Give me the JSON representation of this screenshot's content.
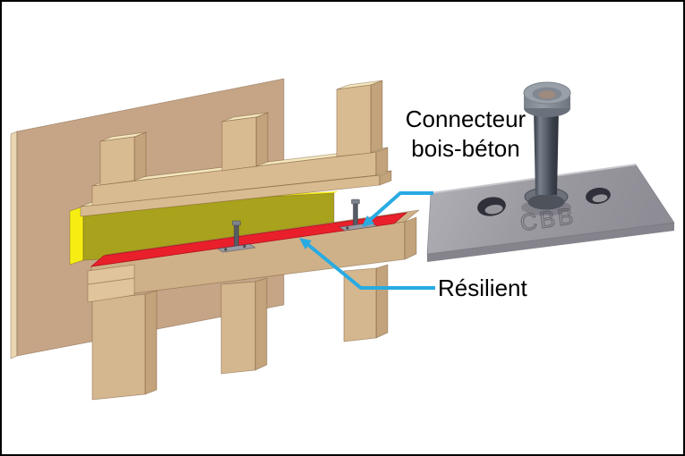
{
  "figure": {
    "title_hidden": "",
    "labels": {
      "connector_line1": "Connecteur",
      "connector_line2": "bois-béton",
      "resilient": "Résilient",
      "plate_engraving": "CBB"
    },
    "icons": {
      "leader_arrow": "cyan-arrowhead"
    },
    "colors": {
      "background": "#ffffff",
      "border": "#000000",
      "label_text": "#000000",
      "wall_panel": "#c6a587",
      "wall_panel_edge": "#ead7b1",
      "wood_front": "#d9bb92",
      "wood_front_dark": "#cfb189",
      "wood_top": "#f4e6bd",
      "wood_side": "#c2a37b",
      "wood_end_light": "#dfc49c",
      "joist_front": "#d4b78f",
      "joist_side": "#c2a37b",
      "resilient_red": "#e9202b",
      "acoustic_olive": "#a8a21c",
      "acoustic_yellow": "#f6ee12",
      "leader_cyan": "#29abe2",
      "metal_plate": "#9a99a1",
      "metal_plate_light": "#b3b2b8",
      "metal_plate_side": "#85848c",
      "metal_hole": "#30303a",
      "metal_hole_glint": "#96959c",
      "stud_head": "#9aa0a8",
      "stud_head_inner": "#9f8a7e",
      "stud_flange": "#6b7179",
      "stud_flange_dark": "#4d525b",
      "small_connector_plate": "#9b9ba3",
      "small_connector_stud": "#565b64",
      "small_connector_cap": "#7d838c"
    }
  }
}
